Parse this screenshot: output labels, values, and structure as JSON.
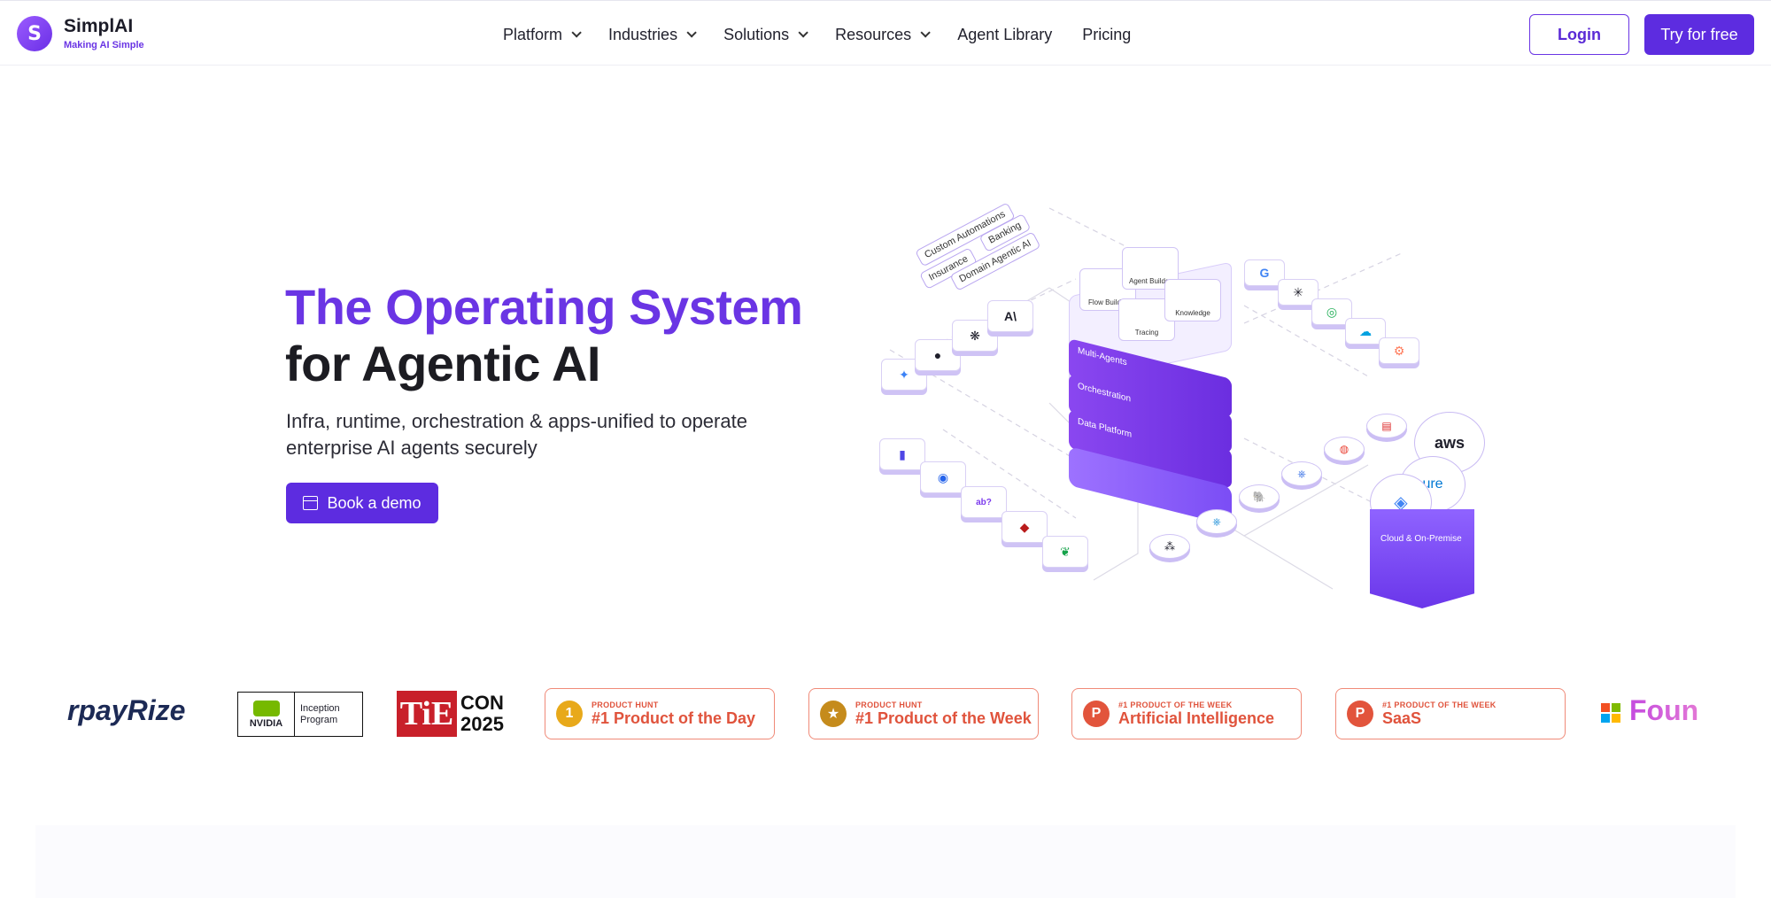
{
  "brand": {
    "name": "SimplAI",
    "tagline": "Making AI Simple"
  },
  "nav": {
    "items": [
      {
        "label": "Platform",
        "dropdown": true
      },
      {
        "label": "Industries",
        "dropdown": true
      },
      {
        "label": "Solutions",
        "dropdown": true
      },
      {
        "label": "Resources",
        "dropdown": true
      },
      {
        "label": "Agent Library",
        "dropdown": false
      },
      {
        "label": "Pricing",
        "dropdown": false
      }
    ],
    "login_label": "Login",
    "try_label": "Try for free"
  },
  "hero": {
    "title_line1": "The Operating System",
    "title_line2": "for Agentic AI",
    "subtitle": "Infra, runtime, orchestration & apps-unified to operate enterprise AI agents securely",
    "demo_label": "Book a demo"
  },
  "illustration": {
    "tags": [
      "Custom Automations",
      "Banking",
      "Insurance",
      "Domain Agentic AI"
    ],
    "top_tiles": [
      "Flow Builder",
      "Agent Builder",
      "Tracing",
      "Knowledge"
    ],
    "layers": [
      "Multi-Agents",
      "Orchestration",
      "Data Platform"
    ],
    "cloud_label": "Cloud & On-Premise",
    "aws_label": "aws",
    "azure_fragment": "ure"
  },
  "logos": {
    "afterpay_fragment": "rpayRize",
    "nvidia": {
      "name": "NVIDIA",
      "program": "Inception Program"
    },
    "tie": {
      "mark": "TiE",
      "name": "CON",
      "year": "2025"
    },
    "badges": [
      {
        "small": "PRODUCT HUNT",
        "big": "#1 Product of the Day",
        "badge": "1",
        "color": "#e8a91a"
      },
      {
        "small": "PRODUCT HUNT",
        "big": "#1 Product of the Week",
        "badge": "★",
        "color": "#c58b1c"
      },
      {
        "small": "#1 PRODUCT OF THE WEEK",
        "big": "Artificial Intelligence",
        "badge": "P",
        "color": "#e2543c"
      },
      {
        "small": "#1 PRODUCT OF THE WEEK",
        "big": "SaaS",
        "badge": "P",
        "color": "#e2543c"
      }
    ],
    "founders_fragment": "Foun"
  }
}
